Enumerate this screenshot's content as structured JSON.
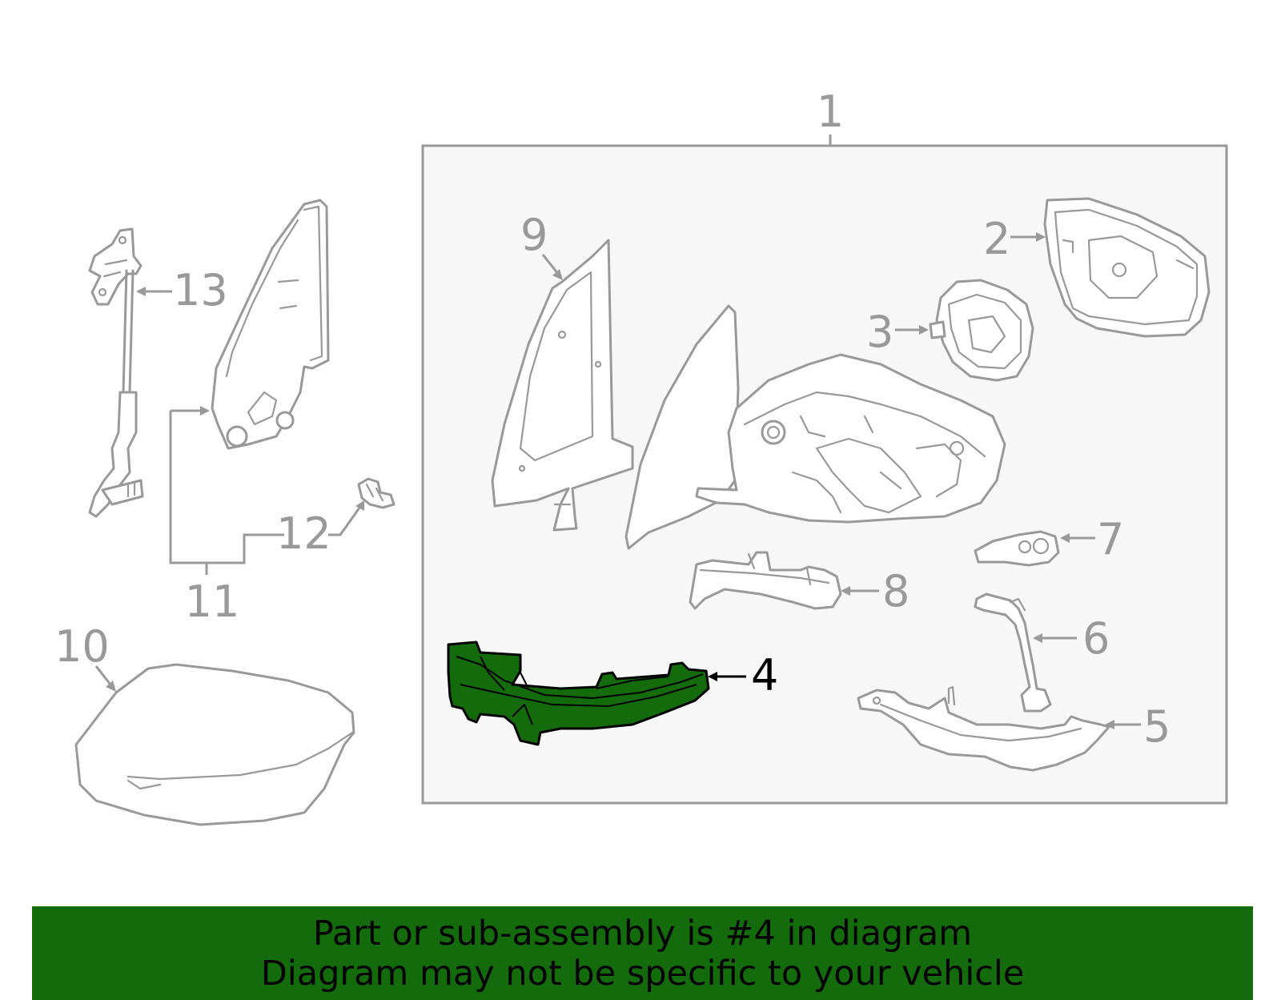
{
  "diagram": {
    "highlighted_part": "4",
    "highlight_color": "#136b0b",
    "part_line_color": "#999999",
    "frame_fill": "#f7f7f7",
    "callouts": {
      "c1": "1",
      "c2": "2",
      "c3": "3",
      "c4": "4",
      "c5": "5",
      "c6": "6",
      "c7": "7",
      "c8": "8",
      "c9": "9",
      "c10": "10",
      "c11": "11",
      "c12": "12",
      "c13": "13"
    }
  },
  "banner": {
    "background": "#136b0b",
    "line1": "Part or sub-assembly is #4 in diagram",
    "line2": "Diagram may not be specific to your vehicle"
  }
}
